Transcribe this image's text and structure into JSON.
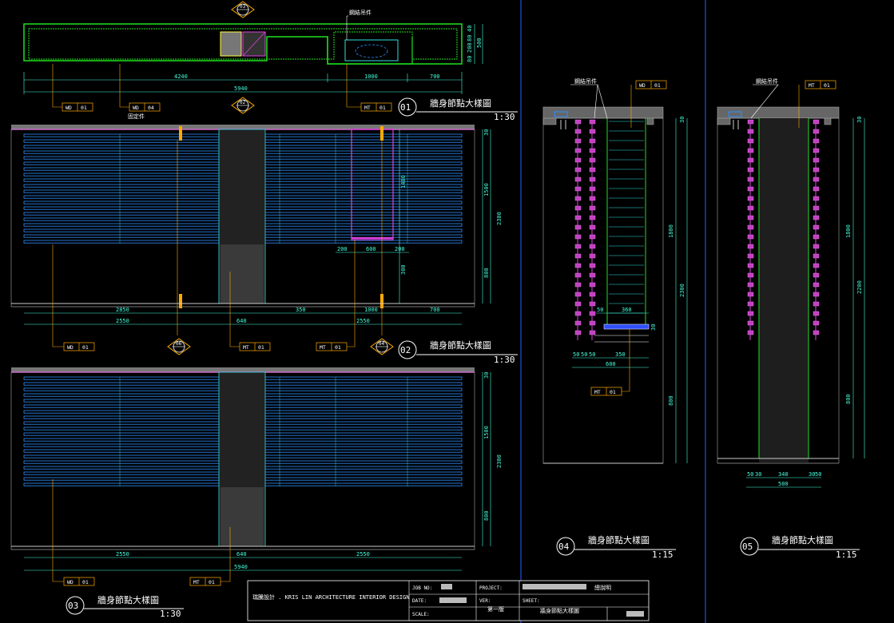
{
  "views": {
    "v01": {
      "number": "01",
      "title": "牆身節點大樣圖",
      "scale": "1:30"
    },
    "v02": {
      "number": "02",
      "title": "牆身節點大樣圖",
      "scale": "1:30"
    },
    "v03": {
      "number": "03",
      "title": "牆身節點大樣圖",
      "scale": "1:30"
    },
    "v04": {
      "number": "04",
      "title": "牆身節點大樣圖",
      "scale": "1:15"
    },
    "v05": {
      "number": "05",
      "title": "牆身節點大樣圖",
      "scale": "1:15"
    }
  },
  "section_markers": {
    "s03": "03",
    "s02": "02",
    "s06": "06",
    "s04": "04"
  },
  "tags": {
    "wd": "WD",
    "mt": "MT",
    "n01": "01",
    "n04": "04"
  },
  "notes": {
    "plan_note": "鋼結吊件",
    "plan_note2": "固定件",
    "sec04_note": "鋼結吊件",
    "sec05_note": "鋼結吊件"
  },
  "dimensions": {
    "plan_4240": "4240",
    "plan_1000": "1000",
    "plan_700": "700",
    "plan_5940": "5940",
    "plan_r1": "40",
    "plan_r2": "80",
    "plan_r3": "200",
    "plan_r4": "80",
    "plan_r5": "500",
    "e2_2850": "2850",
    "e2_350": "350",
    "e2_1000": "1000",
    "e2_700": "700",
    "e2_2550": "2550",
    "e2_640": "640",
    "e2_2550b": "2550",
    "e2_200": "200",
    "e2_600": "600",
    "e2_200b": "200",
    "e2_1500": "1500",
    "e2_2300": "2300",
    "e2_800": "800",
    "e2_30": "30",
    "e2_1400": "1400",
    "e2_300": "300",
    "e3_2550": "2550",
    "e3_640": "640",
    "e3_2550b": "2550",
    "e3_5940": "5940",
    "e3_1500": "1500",
    "e3_2300": "2300",
    "e3_800": "800",
    "e3_30": "30",
    "s4_50a": "50",
    "s4_50b": "50",
    "s4_50c": "50",
    "s4_350": "350",
    "s4_600": "600",
    "s4_360": "360",
    "s4_30": "30",
    "s4_1800": "1800",
    "s4_2300": "2300",
    "s4_800": "800",
    "s4_30b": "30",
    "s4_50d": "50",
    "s5_50": "50",
    "s5_30": "30",
    "s5_340": "340",
    "s5_30b": "30",
    "s5_50b": "50",
    "s5_500": "500",
    "s5_1800": "1800",
    "s5_2200": "2200",
    "s5_800": "800",
    "s5_30c": "30"
  },
  "title_block": {
    "company": "瑞騰設計 . KRIS LIN ARCHITECTURE INTERIOR DESIGN",
    "job_label": "JOB NO:",
    "date_label": "DATE:",
    "scale_label": "SCALE:",
    "project_label": "PROJECT:",
    "ver_label": "VER:",
    "ver_value": "第一版",
    "sheet_label": "SHEET:",
    "sheet_value": "牆身節點大樣圖",
    "extra": "總說明"
  },
  "colors": {
    "wall": "#20e020",
    "slat": "#2f8fff",
    "cyan": "#2fe0e0",
    "magenta": "#e040e0",
    "orange": "#ffaa00",
    "yellow": "#ffff40",
    "grey": "#b0b0b0"
  }
}
